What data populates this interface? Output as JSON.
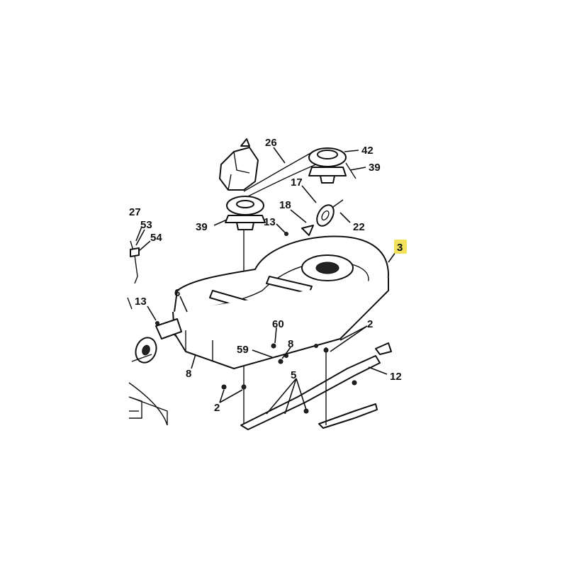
{
  "callouts": {
    "c26": "26",
    "c42": "42",
    "c39a": "39",
    "c17": "17",
    "c18": "18",
    "c39b": "39",
    "c13a": "13",
    "c22": "22",
    "c27": "27",
    "c53": "53",
    "c54": "54",
    "c3": "3",
    "c6": "6",
    "c13b": "13",
    "c60": "60",
    "c2a": "2",
    "c59": "59",
    "c8a": "8",
    "c8b": "8",
    "c12": "12",
    "c5": "5",
    "c2b": "2"
  },
  "highlight_color": "#f2e15c"
}
